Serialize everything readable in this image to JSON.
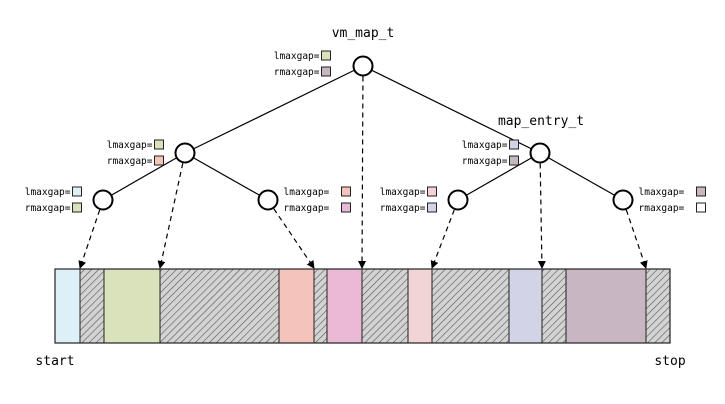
{
  "diagram": {
    "labels": {
      "root": "vm_map_t",
      "entry": "map_entry_t",
      "start": "start",
      "stop": "stop"
    },
    "gap_field_names": {
      "left": "lmaxgap=",
      "right": "rmaxgap="
    },
    "colors": {
      "free_blue": "#ddf0f7",
      "free_green": "#d9e2bb",
      "free_salmon": "#f4c3bb",
      "free_pink": "#eab9d6",
      "free_lightpink": "#f3d4d4",
      "free_lavender": "#d2d3e6",
      "free_mauve": "#c8b6c2",
      "hatched_bg": "#d3d3d3",
      "white": "#ffffff"
    },
    "nodes": [
      {
        "id": "root",
        "name": "vm_map_t",
        "lmaxgap_color": "free_green",
        "rmaxgap_color": "free_mauve",
        "points_to_segment": 7
      },
      {
        "id": "left",
        "lmaxgap_color": "free_green",
        "rmaxgap_color": "free_salmon",
        "points_to_segment": 3
      },
      {
        "id": "right",
        "name": "map_entry_t",
        "lmaxgap_color": "free_lavender",
        "rmaxgap_color": "free_mauve",
        "points_to_segment": 11
      },
      {
        "id": "left-left",
        "lmaxgap_color": "free_blue",
        "rmaxgap_color": "free_green",
        "points_to_segment": 1
      },
      {
        "id": "left-right",
        "lmaxgap_color": "free_salmon",
        "rmaxgap_color": "free_pink",
        "points_to_segment": 5
      },
      {
        "id": "right-left",
        "lmaxgap_color": "free_lightpink",
        "rmaxgap_color": "free_lavender",
        "points_to_segment": 9
      },
      {
        "id": "right-right",
        "lmaxgap_color": "free_mauve",
        "rmaxgap_color": "white",
        "points_to_segment": 13
      }
    ],
    "edges": [
      [
        "root",
        "left"
      ],
      [
        "root",
        "right"
      ],
      [
        "left",
        "left-left"
      ],
      [
        "left",
        "left-right"
      ],
      [
        "right",
        "right-left"
      ],
      [
        "right",
        "right-right"
      ]
    ],
    "segments": [
      {
        "kind": "free",
        "color": "free_blue",
        "size": 25
      },
      {
        "kind": "allocated",
        "size": 24
      },
      {
        "kind": "free",
        "color": "free_green",
        "size": 56
      },
      {
        "kind": "allocated",
        "size": 119
      },
      {
        "kind": "free",
        "color": "free_salmon",
        "size": 35
      },
      {
        "kind": "allocated",
        "size": 13
      },
      {
        "kind": "free",
        "color": "free_pink",
        "size": 35
      },
      {
        "kind": "allocated",
        "size": 46
      },
      {
        "kind": "free",
        "color": "free_lightpink",
        "size": 24
      },
      {
        "kind": "allocated",
        "size": 77
      },
      {
        "kind": "free",
        "color": "free_lavender",
        "size": 33
      },
      {
        "kind": "allocated",
        "size": 24
      },
      {
        "kind": "free",
        "color": "free_mauve",
        "size": 80
      },
      {
        "kind": "allocated",
        "size": 24
      }
    ]
  }
}
